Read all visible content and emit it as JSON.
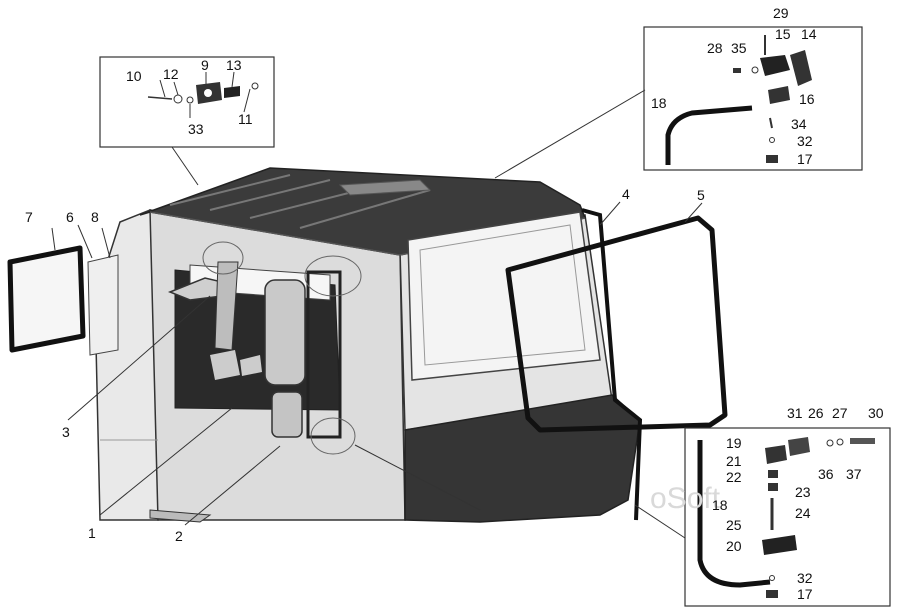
{
  "labels": {
    "l1": "1",
    "l2": "2",
    "l3": "3",
    "l4": "4",
    "l5": "5",
    "l6": "6",
    "l7": "7",
    "l8": "8",
    "l9": "9",
    "l10": "10",
    "l11": "11",
    "l12": "12",
    "l13": "13",
    "l14": "14",
    "l15": "15",
    "l16": "16",
    "l17a": "17",
    "l17b": "17",
    "l18a": "18",
    "l18b": "18",
    "l19": "19",
    "l20": "20",
    "l21": "21",
    "l22": "22",
    "l23": "23",
    "l24": "24",
    "l25": "25",
    "l26": "26",
    "l27": "27",
    "l28": "28",
    "l29": "29",
    "l30": "30",
    "l31": "31",
    "l32a": "32",
    "l32b": "32",
    "l33": "33",
    "l34": "34",
    "l35": "35",
    "l36": "36",
    "l37": "37"
  },
  "watermark": "oSoft",
  "colors": {
    "line": "#111111",
    "cab": "#e6e6e6",
    "roof": "#3a3a3a",
    "dark": "#2e2e2e",
    "glass": "#f4f4f4"
  }
}
